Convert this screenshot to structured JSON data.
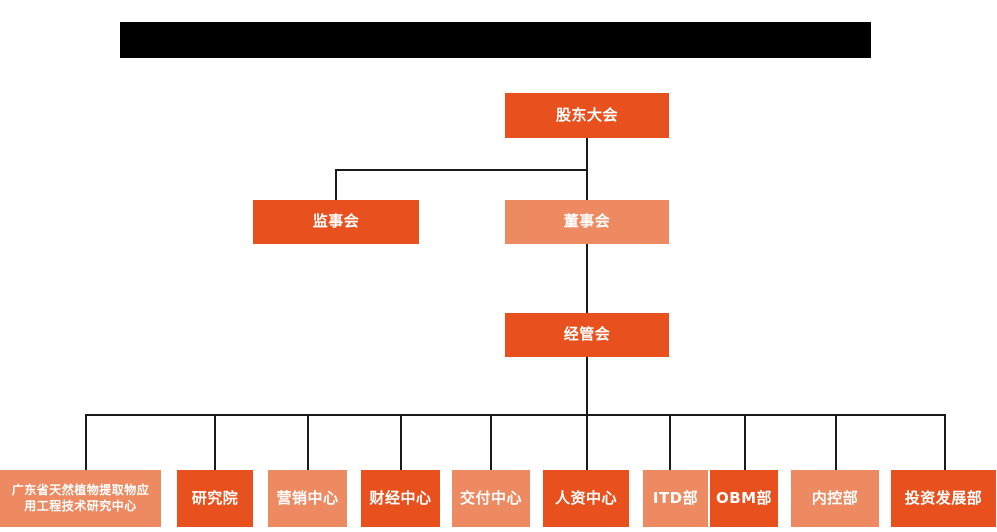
{
  "diagram": {
    "title_bar": {
      "name": "redacted-title-bar",
      "color": "#000000",
      "text": ""
    },
    "background": "#ffffff",
    "colors": {
      "accent_dark": "#E8511E",
      "accent_light": "#ED8A62",
      "connector": "#1a1a1a",
      "node_text": "#ffffff"
    },
    "nodes": {
      "shareholders_meeting": {
        "label": "股东大会",
        "tone": "dark"
      },
      "board_of_supervisors": {
        "label": "监事会",
        "tone": "dark"
      },
      "board_of_directors": {
        "label": "董事会",
        "tone": "light"
      },
      "management_committee": {
        "label": "经管会",
        "tone": "dark"
      }
    },
    "departments": [
      {
        "label": "广东省天然植物提取物应\n用工程技术研究中心",
        "line1": "广东省天然植物提取物应",
        "line2": "用工程技术研究中心",
        "tone": "light"
      },
      {
        "label": "研究院",
        "tone": "dark"
      },
      {
        "label": "营销中心",
        "tone": "light"
      },
      {
        "label": "财经中心",
        "tone": "dark"
      },
      {
        "label": "交付中心",
        "tone": "light"
      },
      {
        "label": "人资中心",
        "tone": "dark"
      },
      {
        "label": "ITD部",
        "tone": "light"
      },
      {
        "label": "OBM部",
        "tone": "dark"
      },
      {
        "label": "内控部",
        "tone": "light"
      },
      {
        "label": "投资发展部",
        "tone": "dark"
      }
    ]
  }
}
